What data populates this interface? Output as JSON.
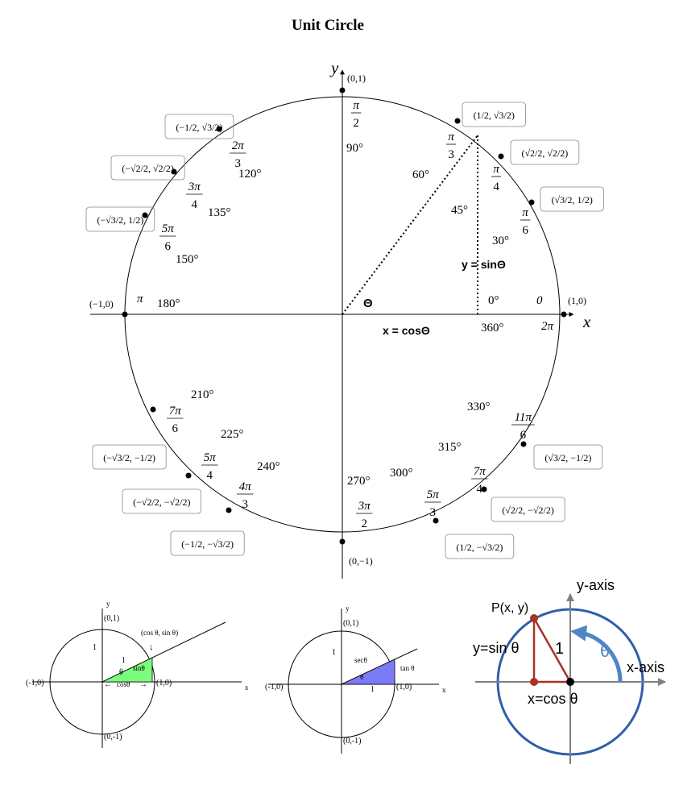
{
  "title": "Unit Circle",
  "main": {
    "y_axis_letter": "y",
    "x_axis_letter": "x",
    "pi": "π",
    "pt_top": "(0,1)",
    "pt_left": "(−1,0)",
    "pt_right": "(1,0)",
    "pt_bottom": "(0,−1)",
    "theta": "Θ",
    "x_eq_cos": "x = cosΘ",
    "y_eq_sin": "y = sinΘ",
    "angles": [
      {
        "deg": "0°",
        "rad": "0"
      },
      {
        "deg": "30°",
        "rad_num": "π",
        "rad_den": "6",
        "coord_x": "√3/2",
        "coord_y": "1/2"
      },
      {
        "deg": "45°",
        "rad_num": "π",
        "rad_den": "4",
        "coord_x": "√2/2",
        "coord_y": "√2/2"
      },
      {
        "deg": "60°",
        "rad_num": "π",
        "rad_den": "3",
        "coord_x": "1/2",
        "coord_y": "√3/2"
      },
      {
        "deg": "90°",
        "rad_num": "π",
        "rad_den": "2"
      },
      {
        "deg": "120°",
        "rad_num": "2π",
        "rad_den": "3",
        "coord_x": "−1/2",
        "coord_y": "√3/2"
      },
      {
        "deg": "135°",
        "rad_num": "3π",
        "rad_den": "4",
        "coord_x": "−√2/2",
        "coord_y": "√2/2"
      },
      {
        "deg": "150°",
        "rad_num": "5π",
        "rad_den": "6",
        "coord_x": "−√3/2",
        "coord_y": "1/2"
      },
      {
        "deg": "180°",
        "rad": "π"
      },
      {
        "deg": "210°",
        "rad_num": "7π",
        "rad_den": "6",
        "coord_x": "−√3/2",
        "coord_y": "−1/2"
      },
      {
        "deg": "225°",
        "rad_num": "5π",
        "rad_den": "4",
        "coord_x": "−√2/2",
        "coord_y": "−√2/2"
      },
      {
        "deg": "240°",
        "rad_num": "4π",
        "rad_den": "3",
        "coord_x": "−1/2",
        "coord_y": "−√3/2"
      },
      {
        "deg": "270°",
        "rad_num": "3π",
        "rad_den": "2"
      },
      {
        "deg": "300°",
        "rad_num": "5π",
        "rad_den": "3",
        "coord_x": "1/2",
        "coord_y": "−√3/2"
      },
      {
        "deg": "315°",
        "rad_num": "7π",
        "rad_den": "4",
        "coord_x": "√2/2",
        "coord_y": "−√2/2"
      },
      {
        "deg": "330°",
        "rad_num": "11π",
        "rad_den": "6",
        "coord_x": "√3/2",
        "coord_y": "−1/2"
      },
      {
        "deg": "360°",
        "rad": "2π"
      }
    ]
  },
  "small1": {
    "y": "y",
    "x": "x",
    "top": "(0,1)",
    "left": "(-1,0)",
    "right": "(1,0)",
    "bottom": "(0,-1)",
    "point": "(cos θ, sin θ)",
    "one_a": "1",
    "one_b": "1",
    "theta": "θ",
    "sin": "sinθ",
    "cos": "cosθ",
    "arrow_l": "←",
    "arrow_r": "→",
    "arrow_d": "↓"
  },
  "small2": {
    "y": "y",
    "x": "x",
    "top": "(0,1)",
    "left": "(-1,0)",
    "right": "(1,0)",
    "bottom": "(0,-1)",
    "one_a": "1",
    "one_b": "1",
    "sec": "secθ",
    "theta": "θ",
    "tan": "tan θ"
  },
  "small3": {
    "y_axis": "y-axis",
    "x_axis": "x-axis",
    "point": "P(x, y)",
    "y_eq": "y=sin θ",
    "x_eq": "x=cos θ",
    "one": "1",
    "theta": "θ"
  },
  "colors": {
    "green_fill": "#7CFC7C",
    "blue_fill": "#7B7BF5",
    "circle_blue": "#2F5FA8",
    "arc_blue": "#4F86C6",
    "triangle_red": "#A93226",
    "axis_gray": "#7F7F7F"
  }
}
